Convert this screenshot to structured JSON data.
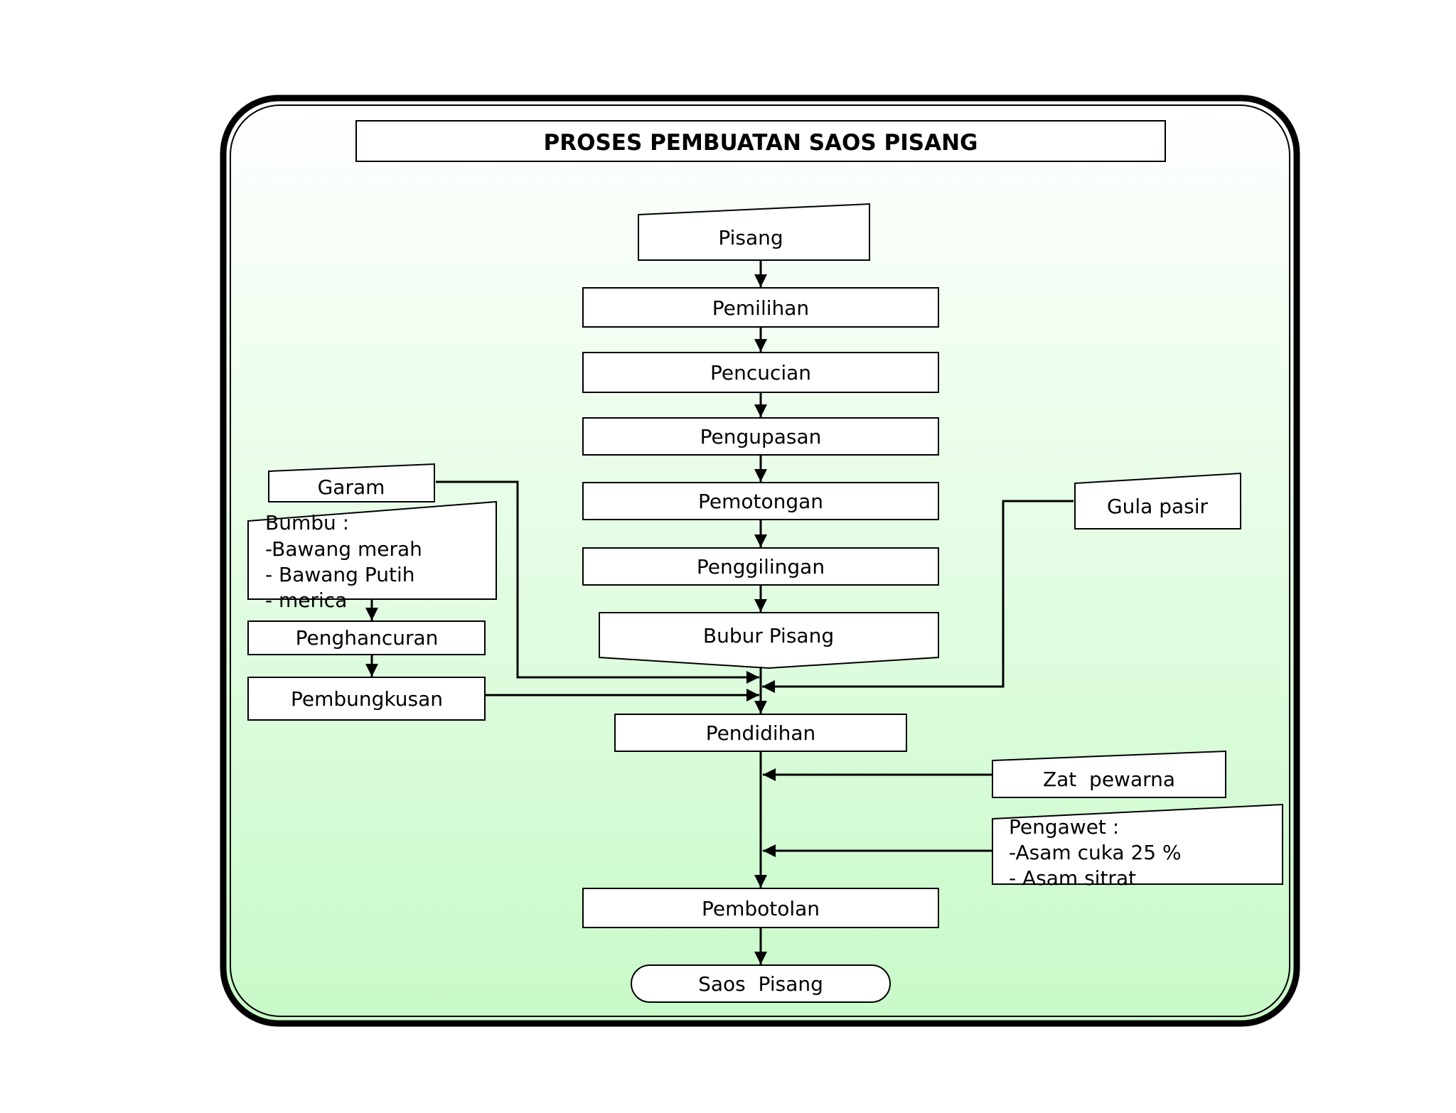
{
  "title": "PROSES PEMBUATAN SAOS PISANG",
  "colors": {
    "frame": "#000000",
    "gradient_top": "#ffffff",
    "gradient_bottom": "#c8fac8",
    "box_fill": "#ffffff"
  },
  "nodes": {
    "pisang": "Pisang",
    "pemilihan": "Pemilihan",
    "pencucian": "Pencucian",
    "pengupasan": "Pengupasan",
    "pemotongan": "Pemotongan",
    "penggilingan": "Penggilingan",
    "bubur_pisang": "Bubur Pisang",
    "garam": "Garam",
    "bumbu": {
      "heading": "Bumbu :",
      "items": [
        "-Bawang merah",
        "- Bawang Putih",
        "- merica"
      ]
    },
    "penghancuran": "Penghancuran",
    "pembungkusan": "Pembungkusan",
    "gula_pasir": "Gula pasir",
    "pendidihan": "Pendidihan",
    "zat_pewarna": "Zat  pewarna",
    "pengawet": {
      "heading": "Pengawet :",
      "items": [
        "-Asam cuka 25 %",
        "- Asam sitrat"
      ]
    },
    "pembotolan": "Pembotolan",
    "saos_pisang": "Saos  Pisang"
  }
}
